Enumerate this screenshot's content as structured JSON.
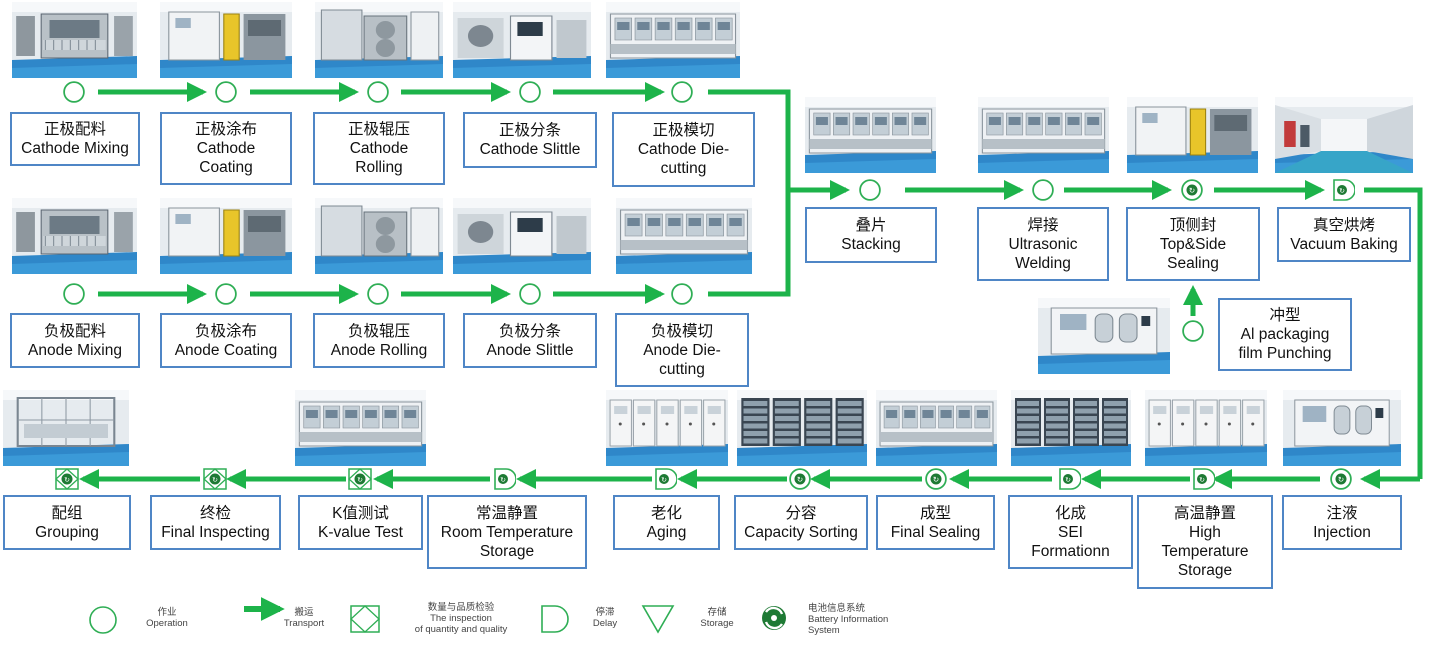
{
  "colors": {
    "flow": "#1db34a",
    "symbol": "#2fae55",
    "box_border": "#4f86c6",
    "bis_icon": "#1e7a34"
  },
  "photos": [
    {
      "id": "p-cm",
      "kind": "mixer"
    },
    {
      "id": "p-cc",
      "kind": "cabinet"
    },
    {
      "id": "p-cr",
      "kind": "roller"
    },
    {
      "id": "p-cs",
      "kind": "slitter"
    },
    {
      "id": "p-cd",
      "kind": "line"
    },
    {
      "id": "p-am",
      "kind": "mixer"
    },
    {
      "id": "p-ac",
      "kind": "cabinet"
    },
    {
      "id": "p-ar",
      "kind": "roller"
    },
    {
      "id": "p-as",
      "kind": "slitter"
    },
    {
      "id": "p-ad",
      "kind": "line"
    },
    {
      "id": "p-st",
      "kind": "line"
    },
    {
      "id": "p-uw",
      "kind": "line"
    },
    {
      "id": "p-ts",
      "kind": "cabinet"
    },
    {
      "id": "p-vb",
      "kind": "corridor"
    },
    {
      "id": "p-ap",
      "kind": "machine"
    },
    {
      "id": "p-gr",
      "kind": "rack"
    },
    {
      "id": "p-fi",
      "kind": "line"
    },
    {
      "id": "p-kv",
      "kind": "line"
    },
    {
      "id": "p-ag",
      "kind": "ovens"
    },
    {
      "id": "p-cap",
      "kind": "shelves"
    },
    {
      "id": "p-fs",
      "kind": "line"
    },
    {
      "id": "p-sei",
      "kind": "shelves"
    },
    {
      "id": "p-hts",
      "kind": "ovens"
    },
    {
      "id": "p-inj",
      "kind": "machine"
    }
  ],
  "steps": {
    "cathode_mixing": {
      "cn": "正极配料",
      "en": "Cathode Mixing"
    },
    "cathode_coating": {
      "cn": "正极涂布",
      "en1": "Cathode",
      "en2": "Coating"
    },
    "cathode_rolling": {
      "cn": "正极辊压",
      "en1": "Cathode",
      "en2": "Rolling"
    },
    "cathode_slittle": {
      "cn": "正极分条",
      "en": "Cathode Slittle"
    },
    "cathode_diecut": {
      "cn": "正极模切",
      "en1": "Cathode Die-",
      "en2": "cutting"
    },
    "anode_mixing": {
      "cn": "负极配料",
      "en": "Anode Mixing"
    },
    "anode_coating": {
      "cn": "负极涂布",
      "en": "Anode Coating"
    },
    "anode_rolling": {
      "cn": "负极辊压",
      "en": "Anode  Rolling"
    },
    "anode_slittle": {
      "cn": "负极分条",
      "en": "Anode Slittle"
    },
    "anode_diecut": {
      "cn": "负极模切",
      "en1": "Anode Die-",
      "en2": "cutting"
    },
    "stacking": {
      "cn": "叠片",
      "en": "Stacking"
    },
    "welding": {
      "cn": "焊接",
      "en1": "Ultrasonic",
      "en2": "Welding"
    },
    "sealing": {
      "cn": "顶侧封",
      "en1": "Top&Side",
      "en2": "Sealing"
    },
    "baking": {
      "cn": "真空烘烤",
      "en": "Vacuum Baking"
    },
    "punching": {
      "cn": "冲型",
      "en1": "Al packaging",
      "en2": "film Punching"
    },
    "grouping": {
      "cn": "配组",
      "en": "Grouping"
    },
    "final_inspecting": {
      "cn": "终检",
      "en": "Final Inspecting"
    },
    "kvalue": {
      "cn": "K值测试",
      "en": "K-value Test"
    },
    "room_storage": {
      "cn": "常温静置",
      "en1": "Room Temperature",
      "en2": "Storage"
    },
    "aging": {
      "cn": "老化",
      "en": "Aging"
    },
    "capacity": {
      "cn": "分容",
      "en": "Capacity Sorting"
    },
    "final_sealing": {
      "cn": "成型",
      "en": "Final  Sealing"
    },
    "formation": {
      "cn": "化成",
      "en1": "SEI",
      "en2": "Formationn"
    },
    "high_storage": {
      "cn": "高温静置",
      "en1": "High",
      "en2": "Temperature",
      "en3": "Storage"
    },
    "injection": {
      "cn": "注液",
      "en": "Injection"
    }
  },
  "legend": {
    "operation": {
      "cn": "作业",
      "en": "Operation"
    },
    "transport": {
      "cn": "搬运",
      "en": "Transport"
    },
    "inspection": {
      "cn": "数量与品质检验",
      "en1": "The inspection",
      "en2": "of quantity and quality"
    },
    "delay": {
      "cn": "停滞",
      "en": "Delay"
    },
    "storage": {
      "cn": "存储",
      "en": "Storage"
    },
    "bis": {
      "cn": "电池信息系统",
      "en1": "Battery Information",
      "en2": "System"
    }
  }
}
